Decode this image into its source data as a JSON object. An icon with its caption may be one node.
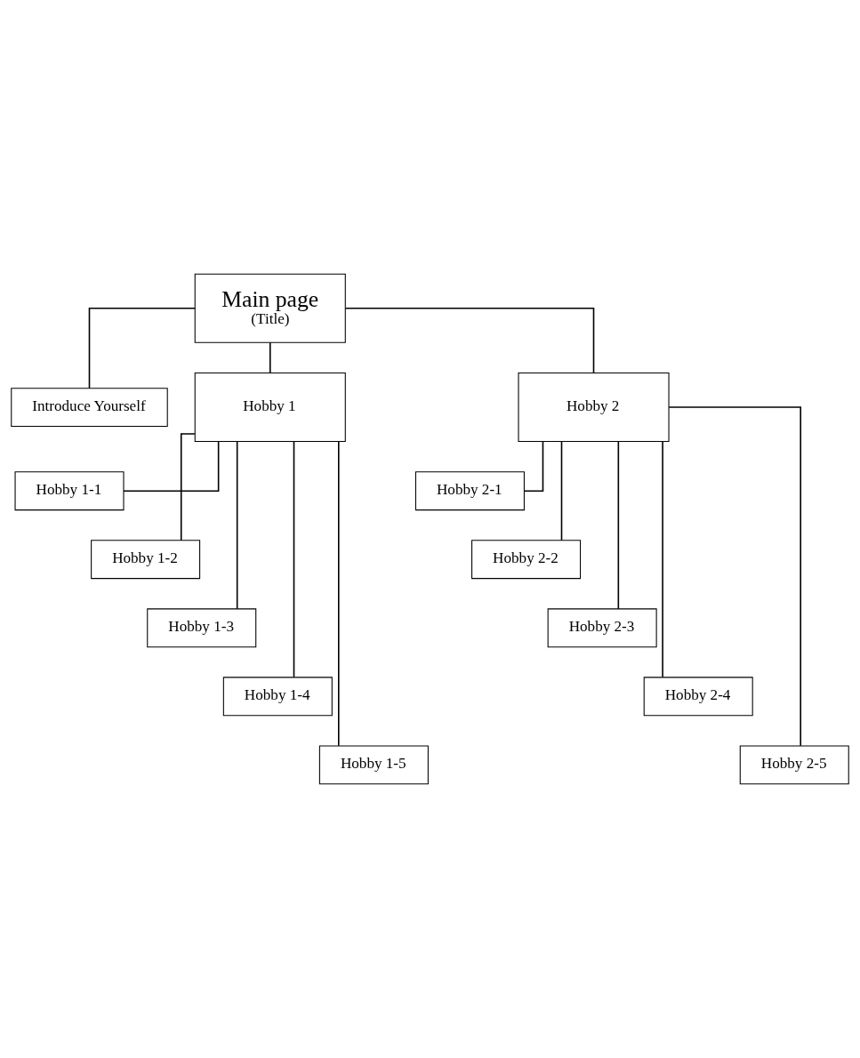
{
  "diagram": {
    "nodes": [
      {
        "text": [
          "Main page",
          "(Title)"
        ]
      },
      {
        "text": [
          "Introduce Yourself"
        ]
      },
      {
        "text": [
          "Hobby 1"
        ]
      },
      {
        "text": [
          "Hobby 2"
        ]
      },
      {
        "text": [
          "Hobby 1-1"
        ]
      },
      {
        "text": [
          "Hobby 1-2"
        ]
      },
      {
        "text": [
          "Hobby 1-3"
        ]
      },
      {
        "text": [
          "Hobby 1-4"
        ]
      },
      {
        "text": [
          "Hobby 1-5"
        ]
      },
      {
        "text": [
          "Hobby 2-1"
        ]
      },
      {
        "text": [
          "Hobby 2-2"
        ]
      },
      {
        "text": [
          "Hobby 2-3"
        ]
      },
      {
        "text": [
          "Hobby 2-4"
        ]
      },
      {
        "text": [
          "Hobby 2-5"
        ]
      }
    ],
    "edges": [
      {
        "from": 0,
        "to": 1,
        "arrow": "none"
      },
      {
        "from": 0,
        "to": 2,
        "arrow": "none"
      },
      {
        "from": 0,
        "to": 3,
        "arrow": "none"
      },
      {
        "from": 2,
        "to": 4,
        "arrow": "none"
      },
      {
        "from": 2,
        "to": 5,
        "arrow": "none"
      },
      {
        "from": 2,
        "to": 6,
        "arrow": "none"
      },
      {
        "from": 2,
        "to": 7,
        "arrow": "none"
      },
      {
        "from": 2,
        "to": 8,
        "arrow": "none"
      },
      {
        "from": 3,
        "to": 9,
        "arrow": "none"
      },
      {
        "from": 3,
        "to": 10,
        "arrow": "none"
      },
      {
        "from": 3,
        "to": 11,
        "arrow": "none"
      },
      {
        "from": 3,
        "to": 12,
        "arrow": "none"
      },
      {
        "from": 3,
        "to": 13,
        "arrow": "none"
      }
    ]
  }
}
